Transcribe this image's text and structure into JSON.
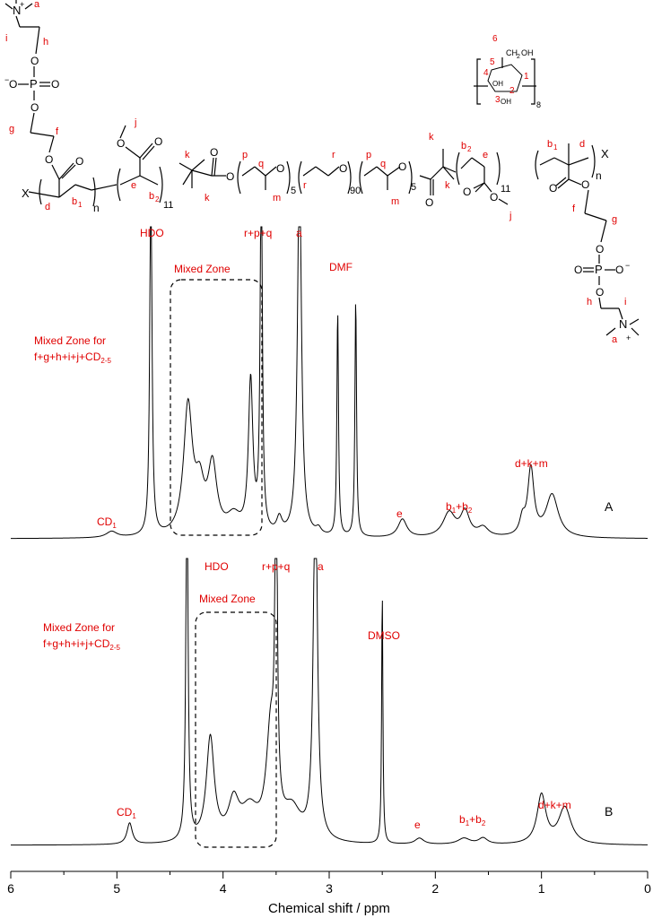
{
  "chart_data": {
    "type": "line",
    "xlabel": "Chemical shift / ppm",
    "xlim": [
      6,
      0
    ],
    "x_reversed": true,
    "x_ticks": [
      "6",
      "5",
      "4",
      "3",
      "2",
      "1",
      "0"
    ],
    "y_axis_shown": false,
    "spectra": [
      {
        "name": "A",
        "peaks": [
          {
            "ppm": 5.05,
            "height": 0.02,
            "width": 0.06
          },
          {
            "ppm": 4.68,
            "height": 1.25,
            "width": 0.012
          },
          {
            "ppm": 4.33,
            "height": 0.42,
            "width": 0.05
          },
          {
            "ppm": 4.22,
            "height": 0.14,
            "width": 0.05
          },
          {
            "ppm": 4.1,
            "height": 0.22,
            "width": 0.05
          },
          {
            "ppm": 3.9,
            "height": 0.06,
            "width": 0.08
          },
          {
            "ppm": 3.74,
            "height": 0.5,
            "width": 0.025
          },
          {
            "ppm": 3.64,
            "height": 1.25,
            "width": 0.012
          },
          {
            "ppm": 3.47,
            "height": 0.05,
            "width": 0.03
          },
          {
            "ppm": 3.28,
            "height": 1.25,
            "width": 0.022
          },
          {
            "ppm": 3.1,
            "height": 0.02,
            "width": 0.03
          },
          {
            "ppm": 2.92,
            "height": 0.74,
            "width": 0.009
          },
          {
            "ppm": 2.75,
            "height": 0.78,
            "width": 0.009
          },
          {
            "ppm": 2.31,
            "height": 0.06,
            "width": 0.05
          },
          {
            "ppm": 1.87,
            "height": 0.08,
            "width": 0.07
          },
          {
            "ppm": 1.72,
            "height": 0.08,
            "width": 0.05
          },
          {
            "ppm": 1.55,
            "height": 0.03,
            "width": 0.06
          },
          {
            "ppm": 1.18,
            "height": 0.05,
            "width": 0.03
          },
          {
            "ppm": 1.1,
            "height": 0.22,
            "width": 0.035
          },
          {
            "ppm": 0.9,
            "height": 0.14,
            "width": 0.07
          }
        ]
      },
      {
        "name": "B",
        "peaks": [
          {
            "ppm": 4.88,
            "height": 0.07,
            "width": 0.03
          },
          {
            "ppm": 4.34,
            "height": 1.25,
            "width": 0.012
          },
          {
            "ppm": 4.12,
            "height": 0.34,
            "width": 0.045
          },
          {
            "ppm": 3.9,
            "height": 0.12,
            "width": 0.06
          },
          {
            "ppm": 3.75,
            "height": 0.1,
            "width": 0.1
          },
          {
            "ppm": 3.55,
            "height": 0.35,
            "width": 0.05
          },
          {
            "ppm": 3.5,
            "height": 1.25,
            "width": 0.012
          },
          {
            "ppm": 3.35,
            "height": 0.1,
            "width": 0.1
          },
          {
            "ppm": 3.13,
            "height": 1.25,
            "width": 0.022
          },
          {
            "ppm": 2.5,
            "height": 0.83,
            "width": 0.007
          },
          {
            "ppm": 2.15,
            "height": 0.02,
            "width": 0.05
          },
          {
            "ppm": 1.73,
            "height": 0.02,
            "width": 0.07
          },
          {
            "ppm": 1.55,
            "height": 0.02,
            "width": 0.05
          },
          {
            "ppm": 1.0,
            "height": 0.16,
            "width": 0.05
          },
          {
            "ppm": 0.78,
            "height": 0.12,
            "width": 0.07
          }
        ]
      }
    ]
  },
  "annotations": {
    "A": {
      "panel_label": "A",
      "hdo": "HDO",
      "rpq": "r+p+q",
      "a": "a",
      "dmf": "DMF",
      "mixed_zone": "Mixed Zone",
      "mixed_zone_for_line1": "Mixed Zone for",
      "mixed_zone_for_line2": "f+g+h+i+j+CD",
      "mixed_zone_for_sub": "2-5",
      "cd": "CD",
      "cd_sub": "1",
      "e": "e",
      "b_b": "b",
      "b_sub1": "1",
      "b_plus": "+b",
      "b_sub2": "2",
      "dkm": "d+k+m"
    },
    "B": {
      "panel_label": "B",
      "hdo": "HDO",
      "rpq": "r+p+q",
      "a": "a",
      "dmso": "DMSO",
      "mixed_zone": "Mixed Zone",
      "mixed_zone_for_line1": "Mixed Zone for",
      "mixed_zone_for_line2": "f+g+h+i+j+CD",
      "mixed_zone_for_sub": "2-5",
      "cd": "CD",
      "cd_sub": "1",
      "e": "e",
      "b_b": "b",
      "b_sub1": "1",
      "b_plus": "+b",
      "b_sub2": "2",
      "dkm": "d+k+m"
    }
  },
  "structure": {
    "x_left": "X",
    "x_right": "X",
    "n_left": "n",
    "n_right": "n",
    "sub_11_left": "11",
    "sub_11_right": "11",
    "sub_5_left": "5",
    "sub_90": "90",
    "sub_5_right": "5",
    "sub_8": "8",
    "o": "O",
    "p": "P",
    "n_atom": "N",
    "plus": "+",
    "minus": "−",
    "cd_ch2oh": "CH",
    "cd_ch2oh_sub": "2",
    "cd_oh": "OH",
    "labels": {
      "a": "a",
      "b": "b",
      "b1_sub": "1",
      "b2_sub": "2",
      "d": "d",
      "e": "e",
      "f": "f",
      "g": "g",
      "h": "h",
      "i": "i",
      "j": "j",
      "k": "k",
      "m": "m",
      "p": "p",
      "q": "q",
      "r": "r",
      "c1": "1",
      "c2": "2",
      "c3": "3",
      "c4": "4",
      "c5": "5",
      "c6": "6"
    }
  },
  "colors": {
    "annotation": "#e00000",
    "trace": "#000000"
  }
}
